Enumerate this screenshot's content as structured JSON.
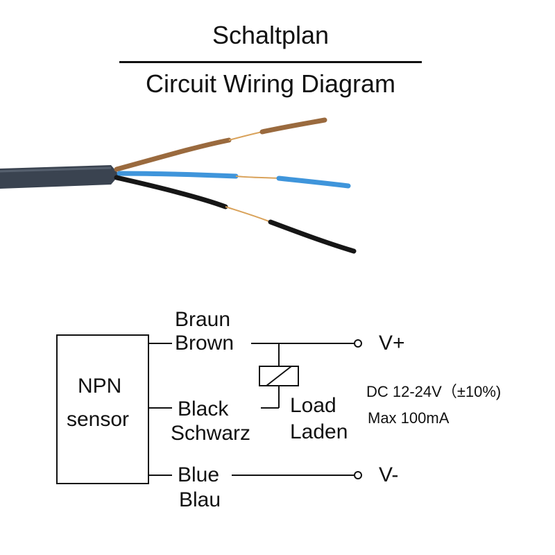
{
  "title": {
    "de": "Schaltplan",
    "en": "Circuit Wiring Diagram"
  },
  "sensor": {
    "line1": "NPN",
    "line2": "sensor"
  },
  "wires": {
    "brown_de": "Braun",
    "brown_en": "Brown",
    "black_en": "Black",
    "black_de": "Schwarz",
    "blue_en": "Blue",
    "blue_de": "Blau"
  },
  "load": {
    "en": "Load",
    "de": "Laden"
  },
  "terminals": {
    "positive": "V+",
    "negative": "V-"
  },
  "specs": {
    "supply": "DC 12-24V（±10%)",
    "max_current": "Max 100mA"
  },
  "colors": {
    "cable_jacket": "#3a4350",
    "wire_brown": "#9a6a3e",
    "wire_blue": "#3f95db",
    "wire_black": "#161616",
    "copper": "#d9a25a"
  }
}
